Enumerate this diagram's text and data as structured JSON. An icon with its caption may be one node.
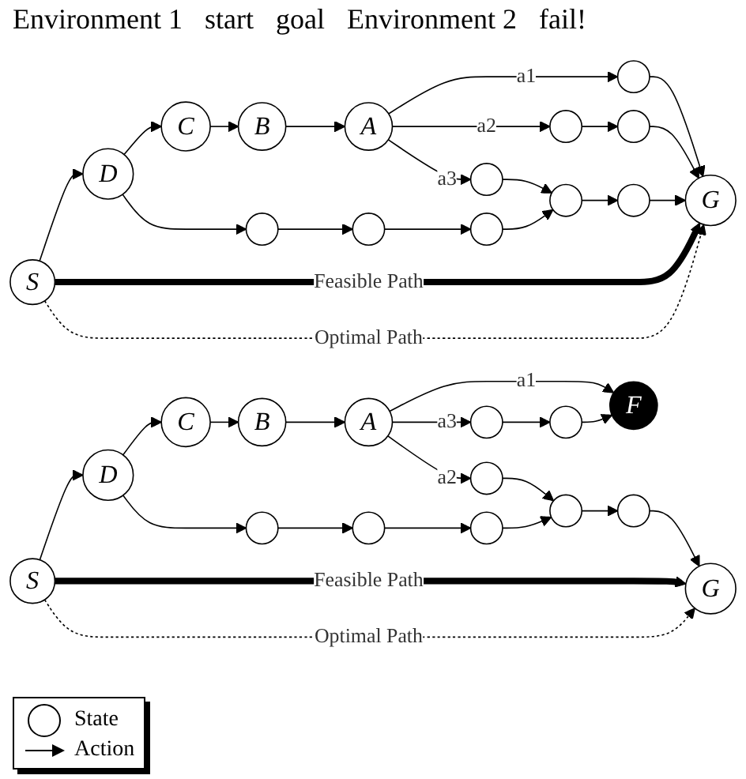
{
  "diagram": {
    "nodes": [
      {
        "text": [
          "S"
        ]
      },
      {
        "text": [
          "D"
        ]
      },
      {
        "text": [
          "C"
        ]
      },
      {
        "text": [
          "B"
        ]
      },
      {
        "text": [
          "A"
        ]
      },
      {
        "text": [],
        "shape": "circle"
      },
      {
        "text": [
          "G"
        ]
      },
      {
        "text": [],
        "shape": "circle"
      },
      {
        "text": [],
        "shape": "circle"
      },
      {
        "text": [],
        "shape": "circle"
      },
      {
        "text": [],
        "shape": "circle"
      },
      {
        "text": [],
        "shape": "circle"
      },
      {
        "text": [],
        "shape": "circle"
      },
      {
        "text": [],
        "shape": "circle"
      },
      {
        "text": [],
        "shape": "circle"
      },
      {
        "text": [
          "S"
        ]
      },
      {
        "text": [
          "D"
        ]
      },
      {
        "text": [
          "C"
        ]
      },
      {
        "text": [
          "B"
        ]
      },
      {
        "text": [
          "A"
        ]
      },
      {
        "text": [
          "F"
        ]
      },
      {
        "text": [
          "G"
        ]
      },
      {
        "text": [],
        "shape": "circle"
      },
      {
        "text": [],
        "shape": "circle"
      },
      {
        "text": [],
        "shape": "circle"
      },
      {
        "text": [],
        "shape": "circle"
      },
      {
        "text": [],
        "shape": "circle"
      },
      {
        "text": [],
        "shape": "circle"
      },
      {
        "text": [],
        "shape": "circle"
      },
      {
        "text": [],
        "shape": "circle"
      }
    ],
    "edges": [
      {
        "from": 0,
        "to": 1,
        "arrow": "to"
      },
      {
        "from": 1,
        "to": 2,
        "arrow": "to"
      },
      {
        "from": 2,
        "to": 3,
        "arrow": "to"
      },
      {
        "from": 3,
        "to": 4,
        "arrow": "to"
      },
      {
        "from": 4,
        "to": 5,
        "arrow": "to",
        "label": "a1"
      },
      {
        "from": 5,
        "to": 6,
        "arrow": "to"
      },
      {
        "from": 4,
        "to": 7,
        "arrow": "to",
        "label": "a2"
      },
      {
        "from": 7,
        "to": 8,
        "arrow": "to"
      },
      {
        "from": 8,
        "to": 6,
        "arrow": "to"
      },
      {
        "from": 4,
        "to": 9,
        "arrow": "to",
        "label": "a3"
      },
      {
        "from": 9,
        "to": 10,
        "arrow": "to"
      },
      {
        "from": 10,
        "to": 11,
        "arrow": "to"
      },
      {
        "from": 11,
        "to": 6,
        "arrow": "to"
      },
      {
        "from": 1,
        "to": 12,
        "arrow": "to"
      },
      {
        "from": 12,
        "to": 13,
        "arrow": "to"
      },
      {
        "from": 13,
        "to": 14,
        "arrow": "to"
      },
      {
        "from": 14,
        "to": 10,
        "arrow": "to"
      },
      {
        "from": 0,
        "to": 6,
        "arrow": "to",
        "label": "Feasible Path",
        "style": "thick"
      },
      {
        "from": 0,
        "to": 6,
        "arrow": "to",
        "label": "Optimal Path",
        "style": "dashed"
      },
      {
        "from": 15,
        "to": 16,
        "arrow": "to"
      },
      {
        "from": 16,
        "to": 17,
        "arrow": "to"
      },
      {
        "from": 17,
        "to": 18,
        "arrow": "to"
      },
      {
        "from": 18,
        "to": 19,
        "arrow": "to"
      },
      {
        "from": 19,
        "to": 20,
        "arrow": "to",
        "label": "a1"
      },
      {
        "from": 19,
        "to": 22,
        "arrow": "to",
        "label": "a3"
      },
      {
        "from": 22,
        "to": 23,
        "arrow": "to"
      },
      {
        "from": 23,
        "to": 20,
        "arrow": "to"
      },
      {
        "from": 19,
        "to": 24,
        "arrow": "to",
        "label": "a2"
      },
      {
        "from": 24,
        "to": 25,
        "arrow": "to"
      },
      {
        "from": 25,
        "to": 26,
        "arrow": "to"
      },
      {
        "from": 26,
        "to": 21,
        "arrow": "to"
      },
      {
        "from": 16,
        "to": 27,
        "arrow": "to"
      },
      {
        "from": 27,
        "to": 28,
        "arrow": "to"
      },
      {
        "from": 28,
        "to": 29,
        "arrow": "to"
      },
      {
        "from": 29,
        "to": 25,
        "arrow": "to"
      },
      {
        "from": 15,
        "to": 21,
        "arrow": "to",
        "label": "Feasible Path",
        "style": "thick"
      },
      {
        "from": 15,
        "to": 21,
        "arrow": "to",
        "label": "Optimal Path",
        "style": "dashed"
      }
    ],
    "labels": [
      "Environment 1",
      "start",
      "goal",
      "Environment 2",
      "fail!"
    ],
    "legend": [
      {
        "text": "State"
      },
      {
        "text": "Action"
      }
    ]
  }
}
